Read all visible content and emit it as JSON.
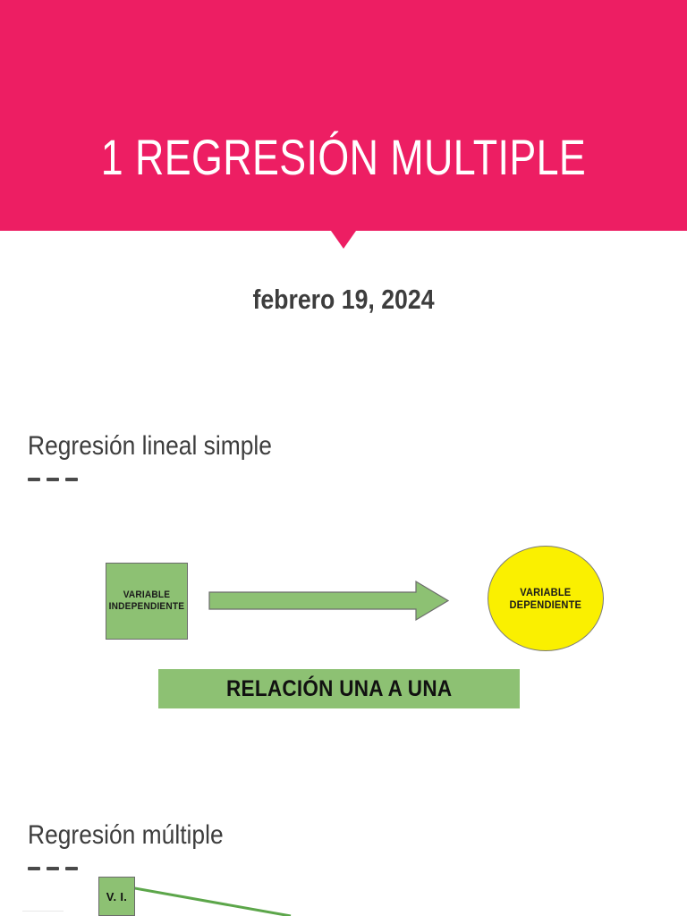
{
  "page": {
    "background_color": "#FFFFFF"
  },
  "header": {
    "title": "1 REGRESIÓN MULTIPLE",
    "background_color": "#ED1E63",
    "text_color": "#FFFFFF",
    "notch": "downward-triangle"
  },
  "date": {
    "text": "febrero 19, 2024",
    "color": "#3D3D3D"
  },
  "sections": [
    {
      "id": "simple",
      "heading": "Regresión lineal simple",
      "rule": "three-dashes",
      "diagram": {
        "type": "flow",
        "independent_variable_box": {
          "label_line1": "VARIABLE",
          "label_line2": "INDEPENDIENTE",
          "shape": "rectangle",
          "fill": "#8DC173",
          "stroke": "#6B6B6B"
        },
        "arrow": {
          "direction": "right",
          "fill": "#8DC173",
          "stroke": "#6B6B6B"
        },
        "dependent_variable_node": {
          "label_line1": "VARIABLE",
          "label_line2": "DEPENDIENTE",
          "shape": "ellipse",
          "fill": "#FAF000",
          "stroke": "#7A7A7A"
        },
        "caption_bar": {
          "label": "RELACIÓN UNA A UNA",
          "fill": "#8DC173",
          "text_color": "#111111"
        }
      }
    },
    {
      "id": "multiple",
      "heading": "Regresión múltiple",
      "rule": "three-dashes",
      "diagram": {
        "type": "flow",
        "clipped": "true",
        "nodes": [
          {
            "label": "V. I.",
            "shape": "rectangle",
            "fill": "#8DC173",
            "stroke": "#6B6B6B"
          }
        ],
        "connector": {
          "style": "line",
          "color": "#5CA64A",
          "direction": "down-right"
        }
      }
    }
  ],
  "colors": {
    "brand_pink": "#ED1E63",
    "accent_green": "#8DC173",
    "accent_yellow": "#FAF000",
    "text_dark": "#3D3D3D",
    "connector_green": "#5CA64A"
  }
}
